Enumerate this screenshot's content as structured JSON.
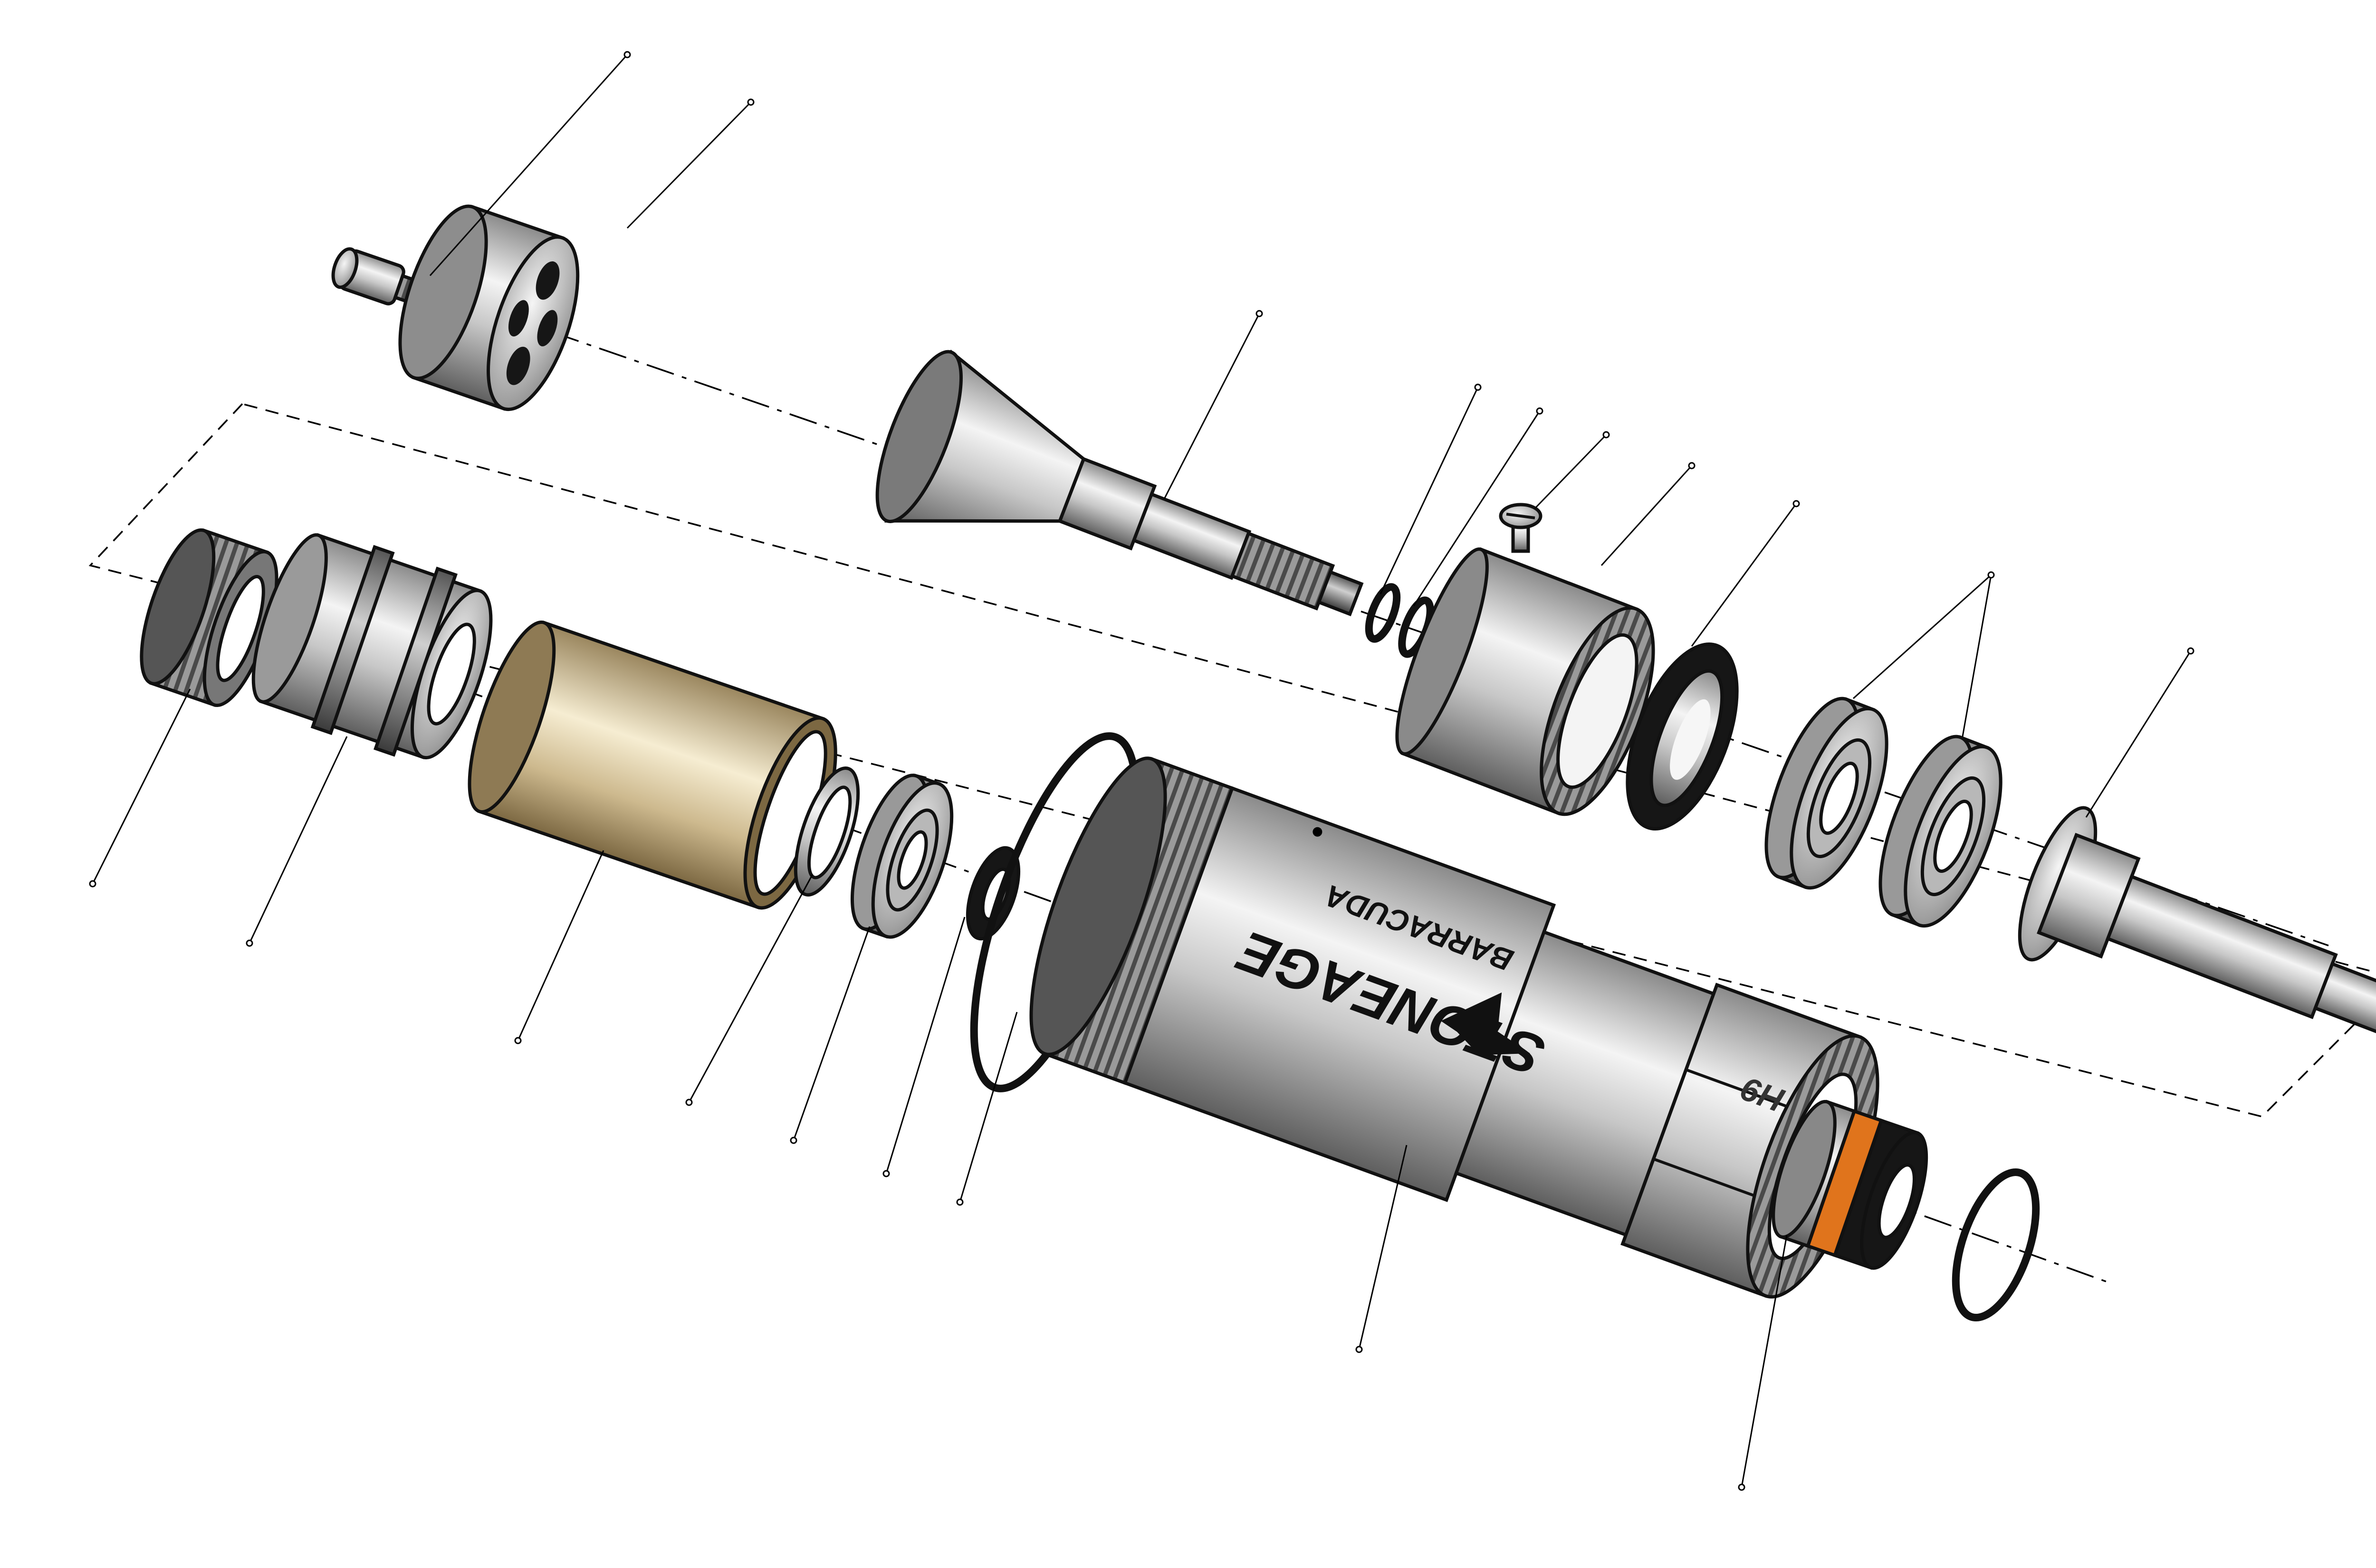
{
  "branding": {
    "brand_name": "STONEAGE",
    "product_name": "BARRACUDA",
    "model_marking": "H9"
  },
  "colors": {
    "steel_light": "#f2f2f2",
    "steel_mid": "#b9b9b9",
    "steel_dark": "#6e6e6e",
    "bronze_light": "#f1e6c8",
    "bronze_dark": "#8a7650",
    "seal_black": "#151515",
    "seal_orange": "#e0741c"
  }
}
